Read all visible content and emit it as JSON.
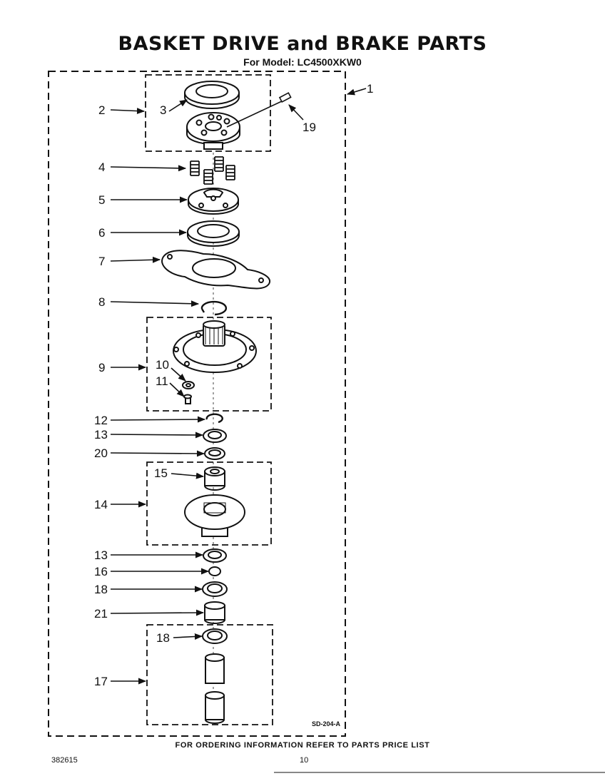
{
  "title": "BASKET DRIVE and BRAKE PARTS",
  "subtitle": "For Model: LC4500XKW0",
  "callouts": {
    "c1": "1",
    "c2": "2",
    "c3": "3",
    "c4": "4",
    "c5": "5",
    "c6": "6",
    "c7": "7",
    "c8": "8",
    "c9": "9",
    "c10": "10",
    "c11": "11",
    "c12": "12",
    "c13a": "13",
    "c13b": "13",
    "c14": "14",
    "c15": "15",
    "c16": "16",
    "c17": "17",
    "c18a": "18",
    "c18b": "18",
    "c19": "19",
    "c20": "20",
    "c21": "21"
  },
  "diagram_code": "SD-204-A",
  "footer_note": "FOR ORDERING INFORMATION REFER TO PARTS PRICE LIST",
  "document_number": "382615",
  "page_number": "10"
}
